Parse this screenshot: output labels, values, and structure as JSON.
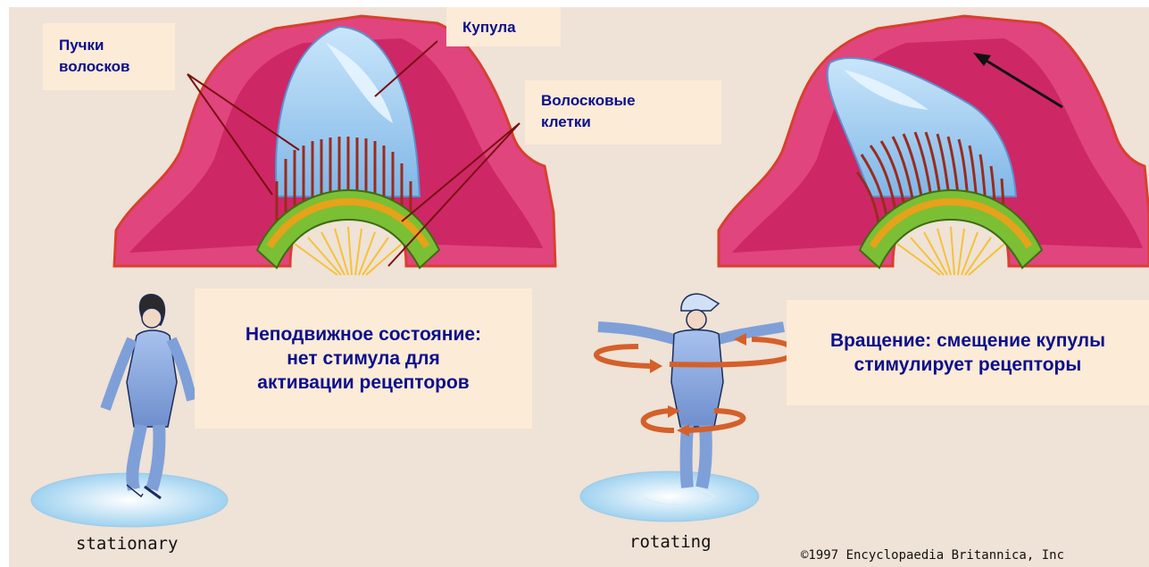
{
  "labels": {
    "hair_bundles": "Пучки волосков",
    "cupula": "Купула",
    "hair_cells": "Волосковые клетки"
  },
  "captions": {
    "stationary_text": "Неподвижное состояние: нет стимула для активации рецепторов",
    "rotating_text": "Вращение: смещение купулы стимулирует рецепторы"
  },
  "states": {
    "stationary": "stationary",
    "rotating": "rotating"
  },
  "copyright": "©1997 Encyclopaedia Britannica, Inc",
  "colors": {
    "background": "#efe2d6",
    "label_box": "#fcebd6",
    "label_text": "#0b0f8c",
    "canal_wall": "#e0457e",
    "cupula": "#8fc4ee",
    "arrows": "#d4602a"
  }
}
